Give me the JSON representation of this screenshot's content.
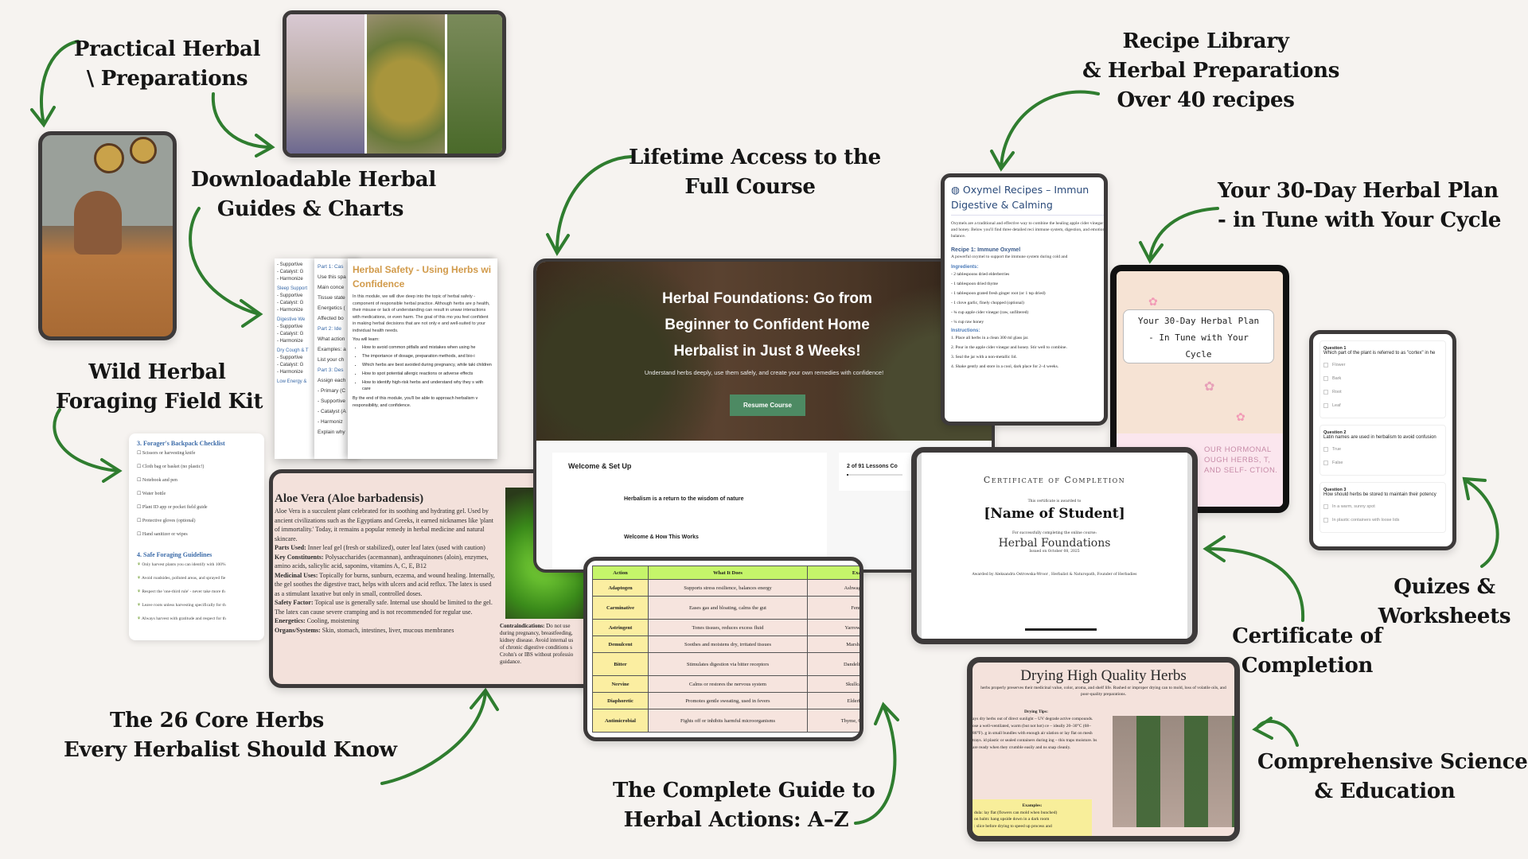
{
  "labels": {
    "practical": [
      "Practical Herbal",
      "\\ Preparations"
    ],
    "downloadable": [
      "Downloadable Herbal",
      "Guides & Charts"
    ],
    "foraging": [
      "Wild Herbal",
      "Foraging Field Kit"
    ],
    "core_herbs": [
      "The 26 Core Herbs",
      "Every Herbalist Should Know"
    ],
    "lifetime": [
      "Lifetime Access to the",
      "Full Course"
    ],
    "actions": [
      "The Complete Guide to",
      "Herbal Actions: A–Z"
    ],
    "recipes": [
      "Recipe Library",
      "& Herbal Preparations",
      "Over 40 recipes"
    ],
    "plan": [
      "Your 30-Day Herbal Plan",
      "- in Tune with Your Cycle"
    ],
    "quizzes": [
      "Quizes &",
      "Worksheets"
    ],
    "certificate": [
      "Certificate of",
      "Completion"
    ],
    "science": [
      "Comprehensive Science",
      "& Education"
    ]
  },
  "course": {
    "title": "Herbal Foundations: Go from Beginner to Confident Home Herbalist in Just 8 Weeks!",
    "subtitle": "Understand herbs deeply, use them safely, and create your own remedies with confidence!",
    "resume": "Resume Course",
    "section": "Welcome & Set Up",
    "lessons": [
      "Herbalism is a return to the wisdom of nature",
      "Welcome & How This Works"
    ],
    "progress_text": "2 of 91 Lessons Co",
    "progress": 2.2
  },
  "docs": {
    "back_items": [
      "- Supportive",
      "- Catalyst: G",
      "- Harmonize"
    ],
    "back_heads": [
      "Sleep Support",
      "Digestive We",
      "Dry Cough & T",
      "Low Energy &"
    ],
    "mid": [
      "Part 1: Cas",
      "Use this spa",
      "Main conce",
      "Tissue state",
      "Energetics (",
      "Affected bo",
      "Part 2: Ide",
      "What action",
      "Examples: a",
      "List your ch",
      "Part 3: Des",
      "Assign each",
      "- Primary (C",
      "- Supportive",
      "- Catalyst (A",
      "- Harmoniz",
      "Explain why"
    ],
    "title": "Herbal Safety - Using Herbs wi Confidence",
    "intro": "In this module, we will dive deep into the topic of herbal safety - component of responsible herbal practice. Although herbs are p health, their misuse or lack of understanding can result in unwar interactions with medications, or even harm. The goal of this mo you feel confident in making herbal decisions that are not only e and well-suited to your individual health needs.",
    "learn": "You will learn:",
    "bullets": [
      "How to avoid common pitfalls and mistakes when using he",
      "The importance of dosage, preparation methods, and bio-i",
      "Which herbs are best avoided during pregnancy, while taki children",
      "How to spot potential allergic reactions or adverse effects",
      "How to identify high-risk herbs and understand why they s with care"
    ],
    "outro": "By the end of this module, you'll be able to approach herbalism v responsibility, and confidence."
  },
  "foraging": {
    "checklist_title": "3. Forager's Backpack Checklist",
    "checklist": [
      "☐ Scissors or harvesting knife",
      "☐ Cloth bag or basket (no plastic!)",
      "☐ Notebook and pen",
      "☐ Water bottle",
      "☐ Plant ID app or pocket field guide",
      "☐ Protective gloves (optional)",
      "☐ Hand sanitizer or wipes"
    ],
    "guide_title": "4. Safe Foraging Guidelines",
    "guides": [
      "Only harvest plants you can identify with 100%",
      "Avoid roadsides, polluted areas, and sprayed fie",
      "Respect the 'one-third rule' - never take more th",
      "Leave roots unless harvesting specifically for th",
      "Always harvest with gratitude and respect for th"
    ]
  },
  "aloe": {
    "title": "Aloe Vera (Aloe barbadensis)",
    "intro": "Aloe Vera is a succulent plant celebrated for its soothing and hydrating gel. Used by ancient civilizations such as the Egyptians and Greeks, it earned nicknames like 'plant of immortality.' Today, it remains a popular remedy in herbal medicine and natural skincare.",
    "fields": [
      {
        "k": "Parts Used:",
        "v": "Inner leaf gel (fresh or stabilized), outer leaf latex (used with caution)"
      },
      {
        "k": "Key Constituents:",
        "v": "Polysaccharides (acemannan), anthraquinones (aloin), enzymes, amino acids, salicylic acid, saponins, vitamins A, C, E, B12"
      },
      {
        "k": "Medicinal Uses:",
        "v": "Topically for burns, sunburn, eczema, and wound healing. Internally, the gel soothes the digestive tract, helps with ulcers and acid reflux. The latex is used as a stimulant laxative but only in small, controlled doses."
      },
      {
        "k": "Safety Factor:",
        "v": "Topical use is generally safe. Internal use should be limited to the gel. The latex can cause severe cramping and is not recommended for regular use."
      },
      {
        "k": "Energetics:",
        "v": "Cooling, moistening"
      },
      {
        "k": "Organs/Systems:",
        "v": "Skin, stomach, intestines, liver, mucous membranes"
      }
    ],
    "contra_k": "Contraindications:",
    "contra_v": "Do not use during pregnancy, breastfeeding, kidney disease. Avoid internal us of chronic digestive conditions s Crohn's or IBS without professio guidance."
  },
  "actions_table": {
    "headers": [
      "Action",
      "What It Does",
      "Exam"
    ],
    "rows": [
      [
        "Adaptogen",
        "Supports stress resilience, balances energy",
        "Ashwag Rhod"
      ],
      [
        "Carminative",
        "Eases gas and bloating, calms the gut",
        "Fennel,"
      ],
      [
        "Astringent",
        "Tones tissues, reduces excess fluid",
        "Yarrow, Rasp"
      ],
      [
        "Demulcent",
        "Soothes and moistens dry, irritated tissues",
        "Marshmallo"
      ],
      [
        "Bitter",
        "Stimulates digestion via bitter receptors",
        "Dandelio Gent"
      ],
      [
        "Nervine",
        "Calms or restores the nervous system",
        "Skullcap, Le"
      ],
      [
        "Diaphoretic",
        "Promotes gentle sweating, used in fevers",
        "Elderflowe"
      ],
      [
        "Antimicrobial",
        "Fights off or inhibits harmful microorganisms",
        "Thyme, Garl Gra"
      ]
    ]
  },
  "oxymel": {
    "title": "Oxymel Recipes – Immun Digestive & Calming",
    "intro": "Oxymels are a traditional and effective way to combine the healing apple cider vinegar and honey. Below you'll find three detailed reci immune system, digestion, and emotional balance.",
    "recipe": "Recipe 1: Immune Oxymel",
    "recipe_desc": "A powerful oxymel to support the immune system during cold and",
    "ing_title": "Ingredients:",
    "ingredients": [
      "- 2 tablespoons dried elderberries",
      "- 1 tablespoon dried thyme",
      "- 1 tablespoon grated fresh ginger root (or 1 tsp dried)",
      "- 1 clove garlic, finely chopped (optional)",
      "- ¾ cup apple cider vinegar (raw, unfiltered)",
      "- ¼ cup raw honey"
    ],
    "ins_title": "Instructions:",
    "instructions": [
      "1. Place all herbs in a clean 300 ml glass jar.",
      "2. Pour in the apple cider vinegar and honey. Stir well to combine.",
      "3. Seal the jar with a non-metallic lid.",
      "4. Shake gently and store in a cool, dark place for 2–4 weeks."
    ]
  },
  "plan": {
    "title": "Your 30-Day Herbal Plan - In Tune with Your Cycle",
    "footer": "OUR HORMONAL OUGH HERBS, T, AND SELF- CTION."
  },
  "quiz": {
    "questions": [
      {
        "label": "Question 1",
        "text": "Which part of the plant is referred to as \"cortex\" in he",
        "options": [
          "Flower",
          "Bark",
          "Root",
          "Leaf"
        ]
      },
      {
        "label": "Question 2",
        "text": "Latin names are used in herbalism to avoid confusion",
        "options": [
          "True",
          "False"
        ]
      },
      {
        "label": "Question 3",
        "text": "How should herbs be stored to maintain their potency",
        "options": [
          "In a warm, sunny spot",
          "In plastic containers with loose lids"
        ]
      }
    ]
  },
  "cert": {
    "title": "Certificate of Completion",
    "awarded_to": "This certificate is awarded to",
    "name": "[Name of Student]",
    "for": "For successfully completing the online course:",
    "course": "Herbal Foundations",
    "date": "Issued on October 08, 2025",
    "by": "Awarded by Aleksandra Ostrowska-Wroor , Herbalist & Naturopath, Founder of Herbadies"
  },
  "drying": {
    "title": "Drying High Quality Herbs",
    "intro": "herbs properly preserves their medicinal value, color, aroma, and shelf life. Rushed or improper drying can to mold, loss of volatile oils, and poor-quality preparations.",
    "tips_title": "Drying Tips:",
    "tips": "ays dry herbs out of direct sunlight – UV degrade active compounds. ose a well-ventilated, warm (but not hot) ce – ideally 20–30°C (68–86°F). g in small bundles with enough air ulation or lay flat on mesh trays. id plastic or sealed containers during ing – this traps moisture. bs are ready when they crumble easily and ns snap cleanly.",
    "ex_title": "Examples:",
    "examples": [
      "dula: lay flat (flowers can mold when bunched)",
      "on balm: hang upside down in a dark room",
      ": slice before drying to speed up process and"
    ]
  },
  "colors": {
    "arrow": "#2f7d2f",
    "resume": "#4d8a63",
    "table_head": "#c5f56a",
    "table_first": "#fbeea1",
    "table_cell": "#f6e4de"
  }
}
